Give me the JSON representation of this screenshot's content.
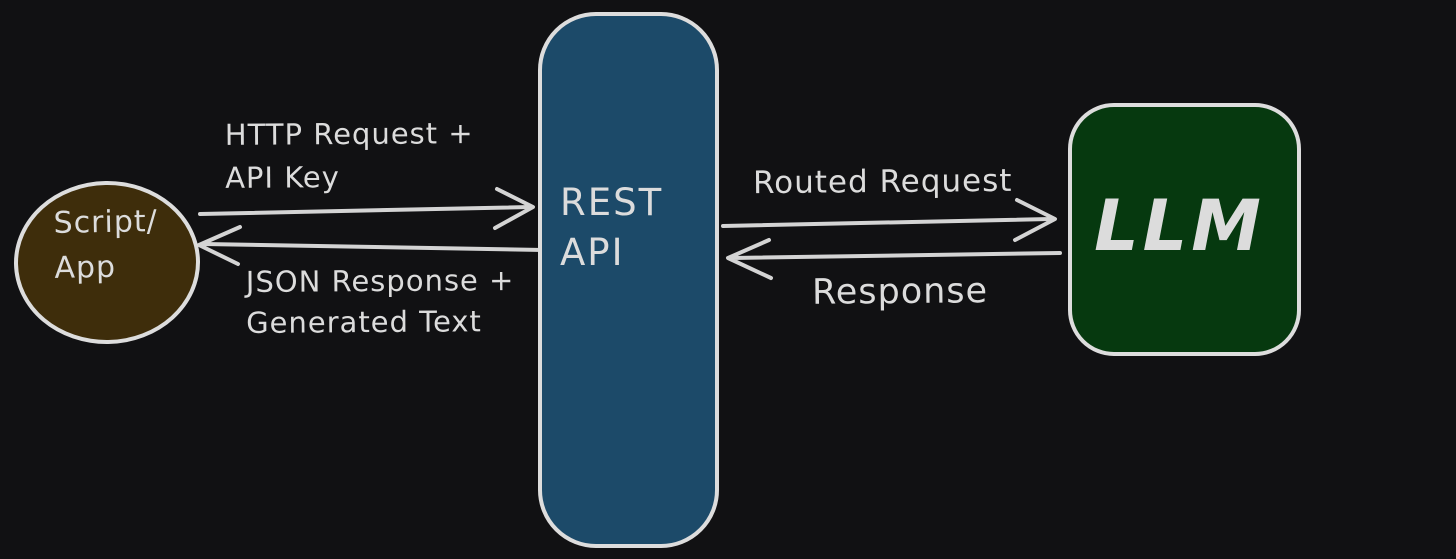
{
  "canvas": {
    "background": "#111113"
  },
  "colors": {
    "text": "#dcdcdc",
    "arrow_stroke": "#d4d4d4",
    "shape_border": "#dddddd",
    "client_fill": "#3e2d0b",
    "rest_fill": "#1c4a69",
    "llm_fill": "#06390f"
  },
  "nodes": {
    "client": {
      "label": "Script/\nApp"
    },
    "rest": {
      "label": "REST\nAPI"
    },
    "llm": {
      "label": "LLM"
    }
  },
  "edges": {
    "http_request": {
      "label": "HTTP Request +\nAPI Key",
      "direction": "client-to-rest"
    },
    "json_response": {
      "label": "JSON Response +\nGenerated Text",
      "direction": "rest-to-client"
    },
    "routed_request": {
      "label": "Routed Request",
      "direction": "rest-to-llm"
    },
    "response": {
      "label": "Response",
      "direction": "llm-to-rest"
    }
  }
}
